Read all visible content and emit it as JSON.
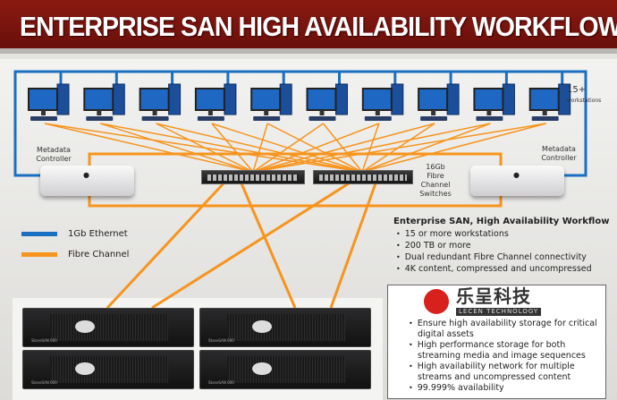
{
  "title": "ENTERPRISE SAN HIGH AVAILABILITY WORKFLOW",
  "labels": {
    "metadata_left": "Metadata Controller",
    "metadata_right": "Metadata Controller",
    "workstations_count": "15+",
    "workstations_label": "workstations",
    "switches": "16Gb Fibre Channel Switches",
    "storage_brand": "StoneSAN 600"
  },
  "legend": [
    {
      "label": "1Gb Ethernet",
      "color": "#1a6fc0"
    },
    {
      "label": "Fibre Channel",
      "color": "#f7941d"
    }
  ],
  "info": {
    "heading": "Enterprise SAN, High Availability Workflow",
    "items": [
      "15 or more workstations",
      "200 TB or more",
      "Dual redundant Fibre Channel connectivity",
      "4K content, compressed and uncompressed"
    ]
  },
  "benefits": [
    "Ensure high availability storage for critical digital assets",
    "High performance storage for both streaming media and image sequences",
    "High availability network for multiple streams and uncompressed content",
    "99.999% availability"
  ],
  "watermark": {
    "cn": "乐呈科技",
    "en": "LECEN TECHNOLOGY"
  },
  "workstation_count_drawn": 10
}
